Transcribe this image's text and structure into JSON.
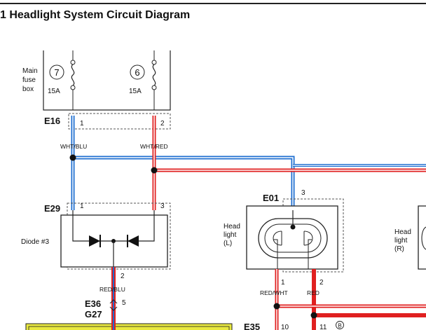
{
  "title": "1 Headlight System Circuit Diagram",
  "fuse_box": {
    "label_lines": [
      "Main",
      "fuse",
      "box"
    ]
  },
  "fuses": [
    {
      "number": "7",
      "rating": "15A"
    },
    {
      "number": "6",
      "rating": "15A"
    }
  ],
  "connectors": {
    "e16": "E16",
    "e29": "E29",
    "e01": "E01",
    "e36": "E36",
    "g27": "G27",
    "e35": "E35"
  },
  "pins": {
    "e16_1": "1",
    "e16_2": "2",
    "e29_1": "1",
    "e29_3": "3",
    "e29_2": "2",
    "e01_3": "3",
    "e01_1": "1",
    "e01_2": "2",
    "e36_5": "5",
    "e35_10": "10",
    "e35_11": "11"
  },
  "e35_11_circle": "B",
  "wires": {
    "wht_blu": "WHT/BLU",
    "wht_red": "WHT/RED",
    "red_blu": "RED/BLU",
    "red_wht": "RED/WHT",
    "red": "RED"
  },
  "diode": {
    "label": "Diode #3"
  },
  "headlight_left": {
    "lines": [
      "Head",
      "light",
      "(L)"
    ]
  },
  "headlight_right": {
    "lines": [
      "Head",
      "light",
      "(R)"
    ]
  },
  "colors": {
    "blue": "#1f6fd0",
    "red": "#e02020",
    "white": "#ffffff",
    "yellow": "#e8e840",
    "line": "#222222"
  }
}
